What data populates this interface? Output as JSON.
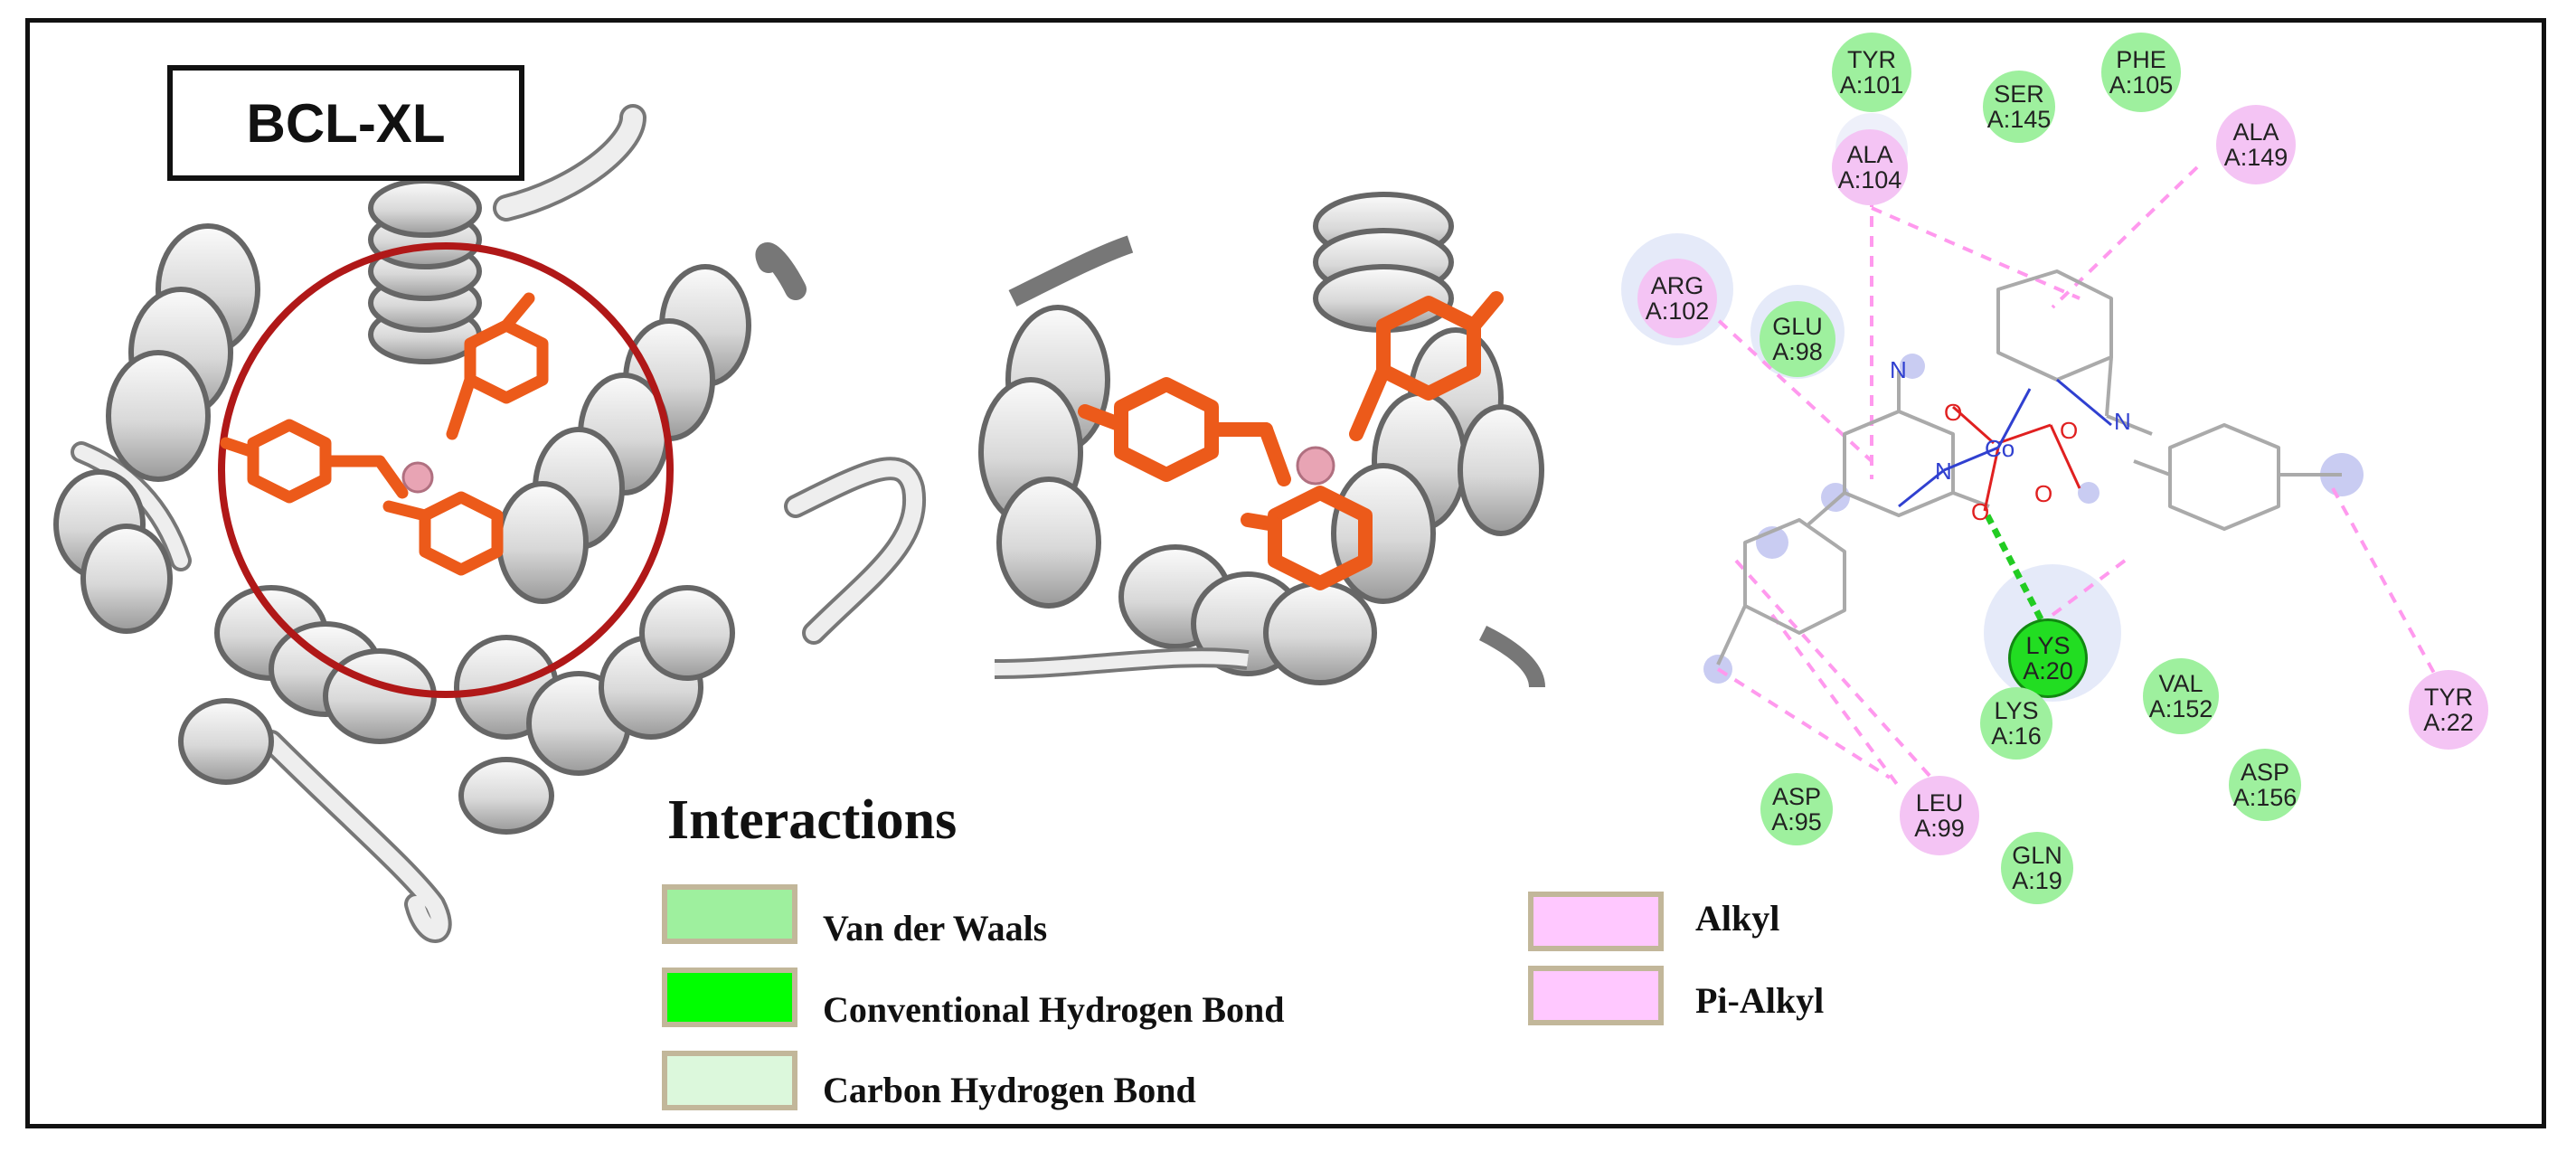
{
  "title": "BCL-XL",
  "legend": {
    "heading": "Interactions",
    "items": [
      {
        "label": "Van der Waals",
        "color": "#9ef09e"
      },
      {
        "label": "Conventional Hydrogen Bond",
        "color": "#00ff00"
      },
      {
        "label": "Carbon Hydrogen Bond",
        "color": "#dcf8dc"
      },
      {
        "label": "Alkyl",
        "color": "#ffc8ff"
      },
      {
        "label": "Pi-Alkyl",
        "color": "#ffc8ff"
      }
    ]
  },
  "residues": [
    {
      "name": "TYR",
      "id": "A:101",
      "type": "vdw"
    },
    {
      "name": "SER",
      "id": "A:145",
      "type": "vdw"
    },
    {
      "name": "PHE",
      "id": "A:105",
      "type": "vdw"
    },
    {
      "name": "ALA",
      "id": "A:104",
      "type": "alkyl"
    },
    {
      "name": "ALA",
      "id": "A:149",
      "type": "alkyl"
    },
    {
      "name": "ARG",
      "id": "A:102",
      "type": "alkyl"
    },
    {
      "name": "GLU",
      "id": "A:98",
      "type": "vdw"
    },
    {
      "name": "LYS",
      "id": "A:20",
      "type": "hbond"
    },
    {
      "name": "VAL",
      "id": "A:152",
      "type": "vdw"
    },
    {
      "name": "LYS",
      "id": "A:16",
      "type": "vdw"
    },
    {
      "name": "TYR",
      "id": "A:22",
      "type": "alkyl"
    },
    {
      "name": "ASP",
      "id": "A:95",
      "type": "vdw"
    },
    {
      "name": "LEU",
      "id": "A:99",
      "type": "alkyl"
    },
    {
      "name": "ASP",
      "id": "A:156",
      "type": "vdw"
    },
    {
      "name": "GLN",
      "id": "A:19",
      "type": "vdw"
    }
  ],
  "ligand": {
    "metal_label": "Co",
    "atom_labels": [
      "N",
      "N",
      "O",
      "O",
      "O",
      "O",
      "N"
    ]
  },
  "colors": {
    "vdw": "#9ef09e",
    "hbond": "#22dd22",
    "alkyl": "#f4c4f4",
    "ligand_highlight": "#e2e8f8",
    "interaction_line": "#ff99ee",
    "hbond_line": "#22cc22",
    "ligand_orange": "#ec5a1a",
    "ribbon": "#e6e6e6",
    "ribbon_edge": "#6a6a6a",
    "circle": "#b01818"
  }
}
